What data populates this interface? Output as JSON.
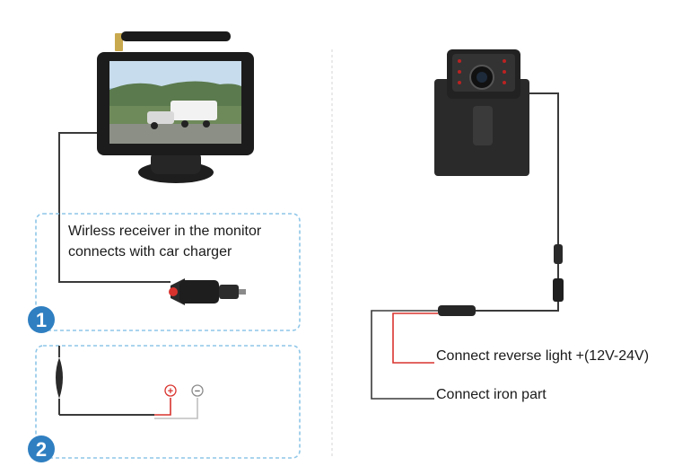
{
  "captions": {
    "receiver": "Wirless receiver in the monitor\nconnects with car charger",
    "reverse_light": "Connect reverse light +(12V-24V)",
    "iron_part": "Connect iron part"
  },
  "badges": {
    "one": "1",
    "two": "2"
  },
  "terminals": {
    "plus": "+",
    "minus": "−"
  },
  "colors": {
    "badge_blue": "#2f7fc1",
    "dashed_border": "#8ec6e8",
    "positive_wire": "#d9332e",
    "wire": "#3a3a3a",
    "divider": "#d6d6d6"
  },
  "icons": {
    "monitor": "wireless-monitor-icon",
    "camera": "backup-camera-icon",
    "car_charger": "car-charger-plug-icon"
  }
}
